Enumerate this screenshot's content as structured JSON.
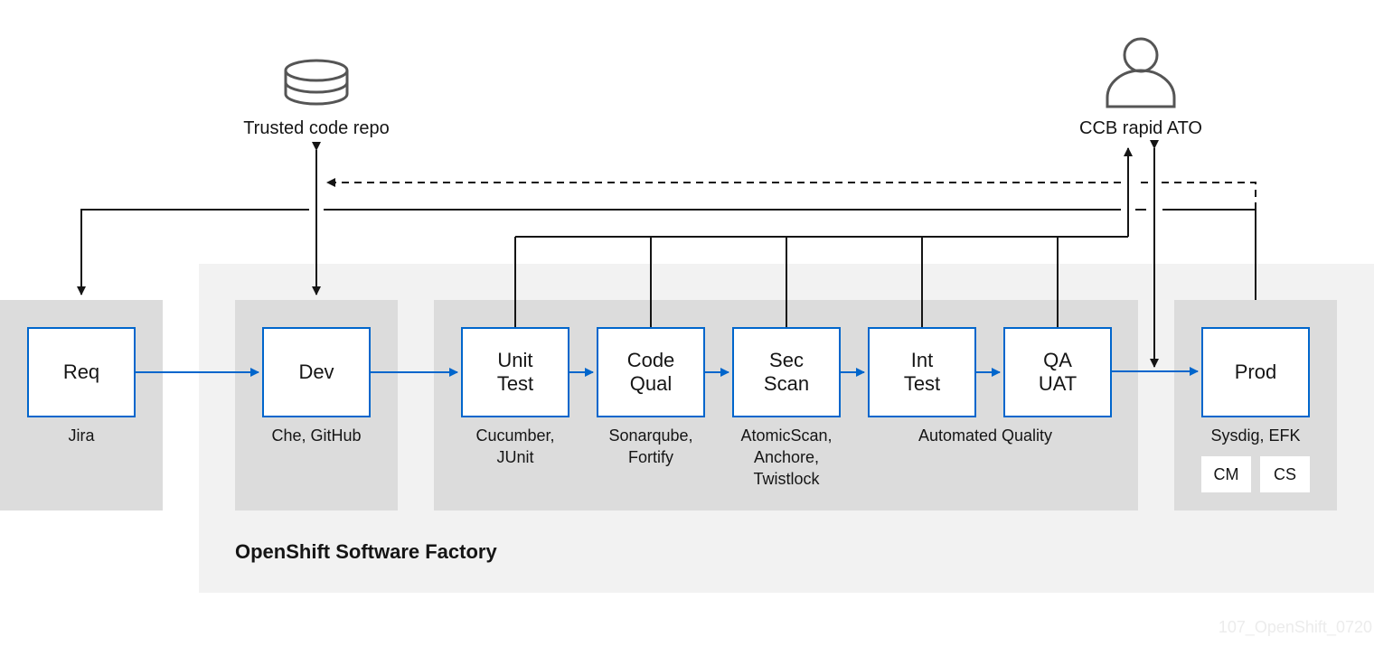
{
  "factory": {
    "title": "OpenShift Software Factory"
  },
  "repo": {
    "label": "Trusted code repo",
    "icon": "database-icon"
  },
  "ato": {
    "label": "CCB rapid ATO",
    "icon": "user-icon"
  },
  "stages": {
    "req": {
      "label": "Req",
      "tools": "Jira"
    },
    "dev": {
      "label": "Dev",
      "tools": "Che, GitHub"
    },
    "unit": {
      "label": "Unit\nTest",
      "tools": "Cucumber,\nJUnit"
    },
    "code": {
      "label": "Code\nQual",
      "tools": "Sonarqube,\nFortify"
    },
    "sec": {
      "label": "Sec\nScan",
      "tools": "AtomicScan,\nAnchore,\nTwistlock"
    },
    "int": {
      "label": "Int\nTest"
    },
    "qa": {
      "label": "QA\nUAT"
    },
    "prod": {
      "label": "Prod",
      "tools": "Sysdig, EFK"
    }
  },
  "quality_label": "Automated Quality",
  "prod_boxes": [
    "CM",
    "CS"
  ],
  "watermark": "107_OpenShift_0720",
  "colors": {
    "accent": "#0066cc",
    "line": "#151515",
    "zone": "#dcdcdc",
    "factory_bg": "#f2f2f2"
  }
}
